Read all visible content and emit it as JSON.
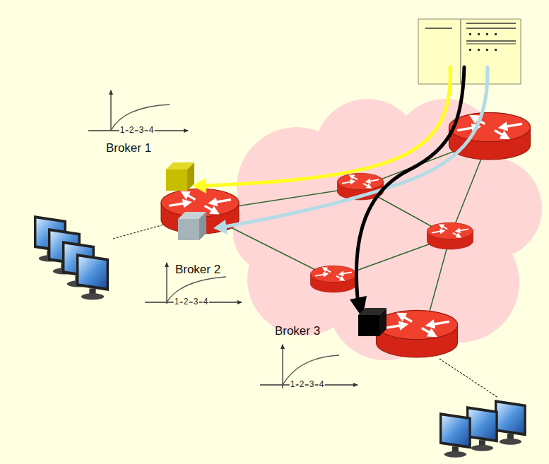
{
  "diagram": {
    "labels": [
      "Broker 1",
      "1",
      "2",
      "3",
      "4",
      "Broker 2",
      "1",
      "2",
      "3",
      "4",
      "Broker 3",
      "1",
      "2",
      "3",
      "4"
    ]
  }
}
